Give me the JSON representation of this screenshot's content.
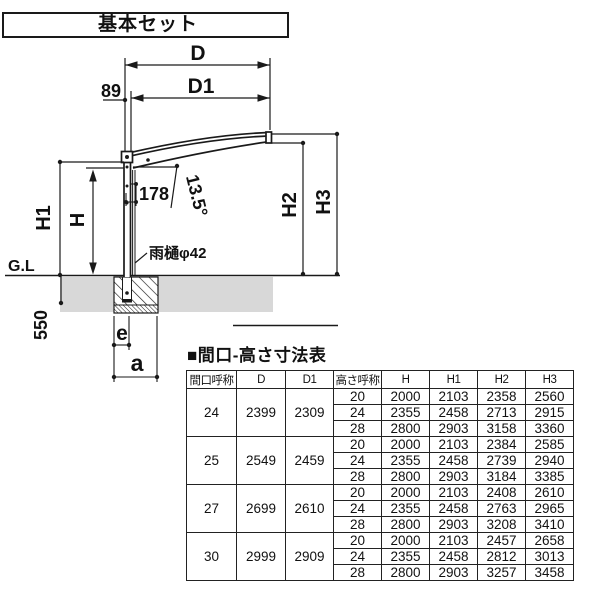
{
  "header": {
    "title": "基本セット"
  },
  "diagram": {
    "labels": {
      "d": "D",
      "d1": "D1",
      "offset89": "89",
      "h1": "H1",
      "h": "H",
      "h2": "H2",
      "h3": "H3",
      "depth178": "178",
      "angle": "13.5°",
      "gutter": "雨樋φ42",
      "gl": "G.L",
      "found550": "550",
      "e": "e",
      "a": "a"
    },
    "colors": {
      "line": "#1a1a1a",
      "ground": "#d8d8d8"
    }
  },
  "table": {
    "title": "■間口-高さ寸法表",
    "headers": [
      "間口呼称",
      "D",
      "D1",
      "高さ呼称",
      "H",
      "H1",
      "H2",
      "H3"
    ],
    "groups": [
      {
        "name": "24",
        "D": "2399",
        "D1": "2309",
        "rows": [
          {
            "h_name": "20",
            "H": "2000",
            "H1": "2103",
            "H2": "2358",
            "H3": "2560"
          },
          {
            "h_name": "24",
            "H": "2355",
            "H1": "2458",
            "H2": "2713",
            "H3": "2915"
          },
          {
            "h_name": "28",
            "H": "2800",
            "H1": "2903",
            "H2": "3158",
            "H3": "3360"
          }
        ]
      },
      {
        "name": "25",
        "D": "2549",
        "D1": "2459",
        "rows": [
          {
            "h_name": "20",
            "H": "2000",
            "H1": "2103",
            "H2": "2384",
            "H3": "2585"
          },
          {
            "h_name": "24",
            "H": "2355",
            "H1": "2458",
            "H2": "2739",
            "H3": "2940"
          },
          {
            "h_name": "28",
            "H": "2800",
            "H1": "2903",
            "H2": "3184",
            "H3": "3385"
          }
        ]
      },
      {
        "name": "27",
        "D": "2699",
        "D1": "2610",
        "rows": [
          {
            "h_name": "20",
            "H": "2000",
            "H1": "2103",
            "H2": "2408",
            "H3": "2610"
          },
          {
            "h_name": "24",
            "H": "2355",
            "H1": "2458",
            "H2": "2763",
            "H3": "2965"
          },
          {
            "h_name": "28",
            "H": "2800",
            "H1": "2903",
            "H2": "3208",
            "H3": "3410"
          }
        ]
      },
      {
        "name": "30",
        "D": "2999",
        "D1": "2909",
        "rows": [
          {
            "h_name": "20",
            "H": "2000",
            "H1": "2103",
            "H2": "2457",
            "H3": "2658"
          },
          {
            "h_name": "24",
            "H": "2355",
            "H1": "2458",
            "H2": "2812",
            "H3": "3013"
          },
          {
            "h_name": "28",
            "H": "2800",
            "H1": "2903",
            "H2": "3257",
            "H3": "3458"
          }
        ]
      }
    ]
  }
}
